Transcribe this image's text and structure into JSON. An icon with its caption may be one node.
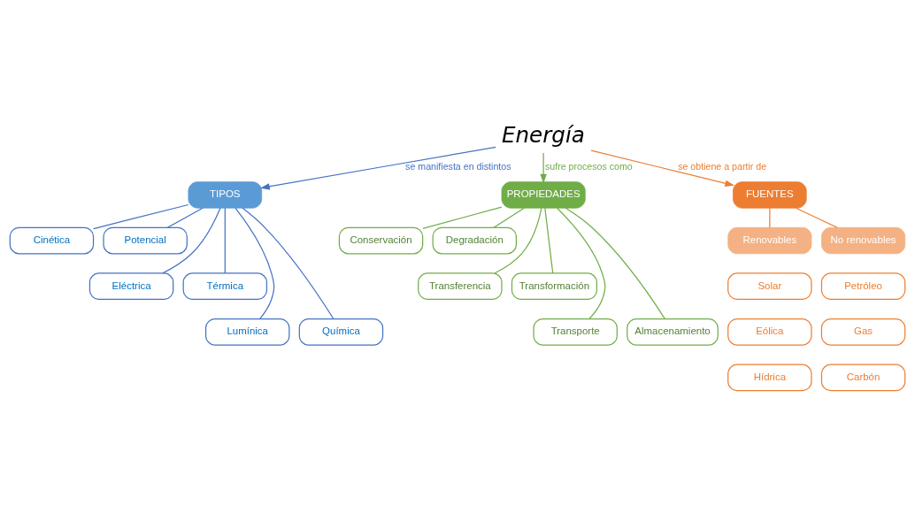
{
  "diagram": {
    "nodes": [
      {
        "text": [
          "Energía"
        ]
      },
      {
        "text": [
          "TIPOS"
        ]
      },
      {
        "text": [
          "Cinética"
        ]
      },
      {
        "text": [
          "Potencial"
        ]
      },
      {
        "text": [
          "Eléctrica"
        ]
      },
      {
        "text": [
          "Térmica"
        ]
      },
      {
        "text": [
          "Lumínica"
        ]
      },
      {
        "text": [
          "Química"
        ]
      },
      {
        "text": [
          "PROPIEDADES"
        ]
      },
      {
        "text": [
          "Conservación"
        ]
      },
      {
        "text": [
          "Degradación"
        ]
      },
      {
        "text": [
          "Transferencia"
        ]
      },
      {
        "text": [
          "Transformación"
        ]
      },
      {
        "text": [
          "Transporte"
        ]
      },
      {
        "text": [
          "Almacenamiento"
        ]
      },
      {
        "text": [
          "FUENTES"
        ]
      },
      {
        "text": [
          "Renovables"
        ]
      },
      {
        "text": [
          "No renovables"
        ]
      },
      {
        "text": [
          "Solar"
        ]
      },
      {
        "text": [
          "Petróleo"
        ]
      },
      {
        "text": [
          "Eólica"
        ]
      },
      {
        "text": [
          "Gas"
        ]
      },
      {
        "text": [
          "Hídrica"
        ]
      },
      {
        "text": [
          "Carbón"
        ]
      }
    ],
    "edges": [
      {
        "from": 0,
        "to": 1,
        "arrow": "to",
        "label": "se manifiesta en distintos",
        "color": "#4472c4"
      },
      {
        "from": 0,
        "to": 8,
        "arrow": "to",
        "label": "sufre procesos como",
        "color": "#70ad47"
      },
      {
        "from": 0,
        "to": 15,
        "arrow": "to",
        "label": "se obtiene a partir de",
        "color": "#ed7d31"
      },
      {
        "from": 1,
        "to": 2,
        "arrow": "none",
        "color": "#4472c4"
      },
      {
        "from": 1,
        "to": 3,
        "arrow": "none",
        "color": "#4472c4"
      },
      {
        "from": 1,
        "to": 4,
        "arrow": "none",
        "color": "#4472c4"
      },
      {
        "from": 1,
        "to": 5,
        "arrow": "none",
        "color": "#4472c4"
      },
      {
        "from": 1,
        "to": 6,
        "arrow": "none",
        "color": "#4472c4"
      },
      {
        "from": 1,
        "to": 7,
        "arrow": "none",
        "color": "#4472c4"
      },
      {
        "from": 8,
        "to": 9,
        "arrow": "none",
        "color": "#70ad47"
      },
      {
        "from": 8,
        "to": 10,
        "arrow": "none",
        "color": "#70ad47"
      },
      {
        "from": 8,
        "to": 11,
        "arrow": "none",
        "color": "#70ad47"
      },
      {
        "from": 8,
        "to": 12,
        "arrow": "none",
        "color": "#70ad47"
      },
      {
        "from": 8,
        "to": 13,
        "arrow": "none",
        "color": "#70ad47"
      },
      {
        "from": 8,
        "to": 14,
        "arrow": "none",
        "color": "#70ad47"
      },
      {
        "from": 15,
        "to": 16,
        "arrow": "none",
        "color": "#ed7d31"
      },
      {
        "from": 15,
        "to": 17,
        "arrow": "none",
        "color": "#ed7d31"
      }
    ]
  }
}
